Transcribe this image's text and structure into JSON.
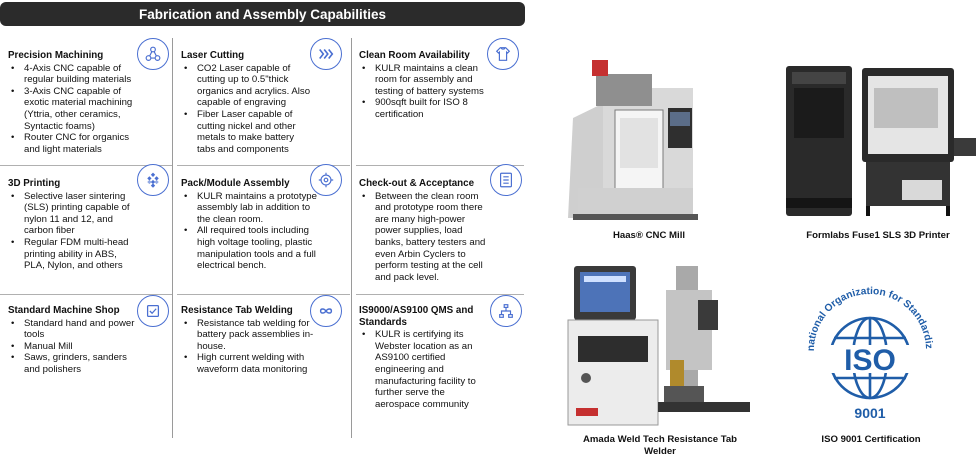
{
  "header": {
    "title": "Fabrication and Assembly Capabilities"
  },
  "capabilities": [
    {
      "title": "Precision Machining",
      "icon": "network-nodes-icon",
      "bullets": [
        "4-Axis CNC capable of regular building materials",
        "3-Axis CNC capable of exotic material machining (Yttria, other ceramics, Syntactic foams)",
        "Router CNC for organics and light materials"
      ]
    },
    {
      "title": "Laser Cutting",
      "icon": "triple-chevron-icon",
      "bullets": [
        "CO2 Laser capable of cutting up to 0.5\"thick organics and acrylics. Also capable of engraving",
        "Fiber Laser capable of cutting nickel and other metals to make battery tabs and components"
      ]
    },
    {
      "title": "Clean Room Availability",
      "icon": "cleanroom-suit-icon",
      "bullets": [
        "KULR maintains a clean room for assembly and testing of battery systems",
        "900sqft built for ISO 8 certification"
      ]
    },
    {
      "title": "3D Printing",
      "icon": "diamond-grid-icon",
      "bullets": [
        "Selective laser sintering (SLS) printing capable of nylon 11 and 12, and carbon fiber",
        "Regular FDM multi-head printing ability in ABS, PLA, Nylon, and others"
      ]
    },
    {
      "title": "Pack/Module Assembly",
      "icon": "target-gear-icon",
      "bullets": [
        "KULR maintains a prototype assembly lab in addition to the clean room.",
        "All required tools including high voltage tooling, plastic manipulation tools and a full electrical bench."
      ]
    },
    {
      "title": "Check-out & Acceptance",
      "icon": "checklist-icon",
      "bullets": [
        "Between the clean room and prototype room there are many high-power power supplies, load banks, battery testers and even Arbin Cyclers to perform testing at the cell and pack level."
      ]
    },
    {
      "title": "Standard Machine Shop",
      "icon": "checkbox-icon",
      "bullets": [
        "Standard hand and power tools",
        "Manual Mill",
        "Saws, grinders, sanders and polishers"
      ]
    },
    {
      "title": "Resistance Tab Welding",
      "icon": "infinity-icon",
      "bullets": [
        "Resistance tab welding for battery pack assemblies in-house.",
        "High current welding with waveform data monitoring"
      ]
    },
    {
      "title": "IS9000/AS9100 QMS and Standards",
      "icon": "org-chart-icon",
      "bullets": [
        "KULR is certifying its Webster location as an AS9100 certified engineering and manufacturing facility to further serve the aerospace community"
      ]
    }
  ],
  "photos": [
    {
      "caption": "Haas® CNC Mill",
      "icon": "cnc-mill-image"
    },
    {
      "caption": "Formlabs Fuse1 SLS 3D Printer",
      "icon": "sls-printer-image"
    },
    {
      "caption": "Amada Weld Tech Resistance Tab Welder",
      "icon": "tab-welder-image"
    },
    {
      "caption": "ISO 9001 Certification",
      "icon": "iso-logo-image",
      "logo_text": {
        "arc": "International Organization for Standardization",
        "mark": "ISO",
        "number": "9001"
      }
    }
  ],
  "colors": {
    "banner": "#2b2b2b",
    "icon_accent": "#4a6fd1",
    "iso_blue": "#1f5da8"
  }
}
